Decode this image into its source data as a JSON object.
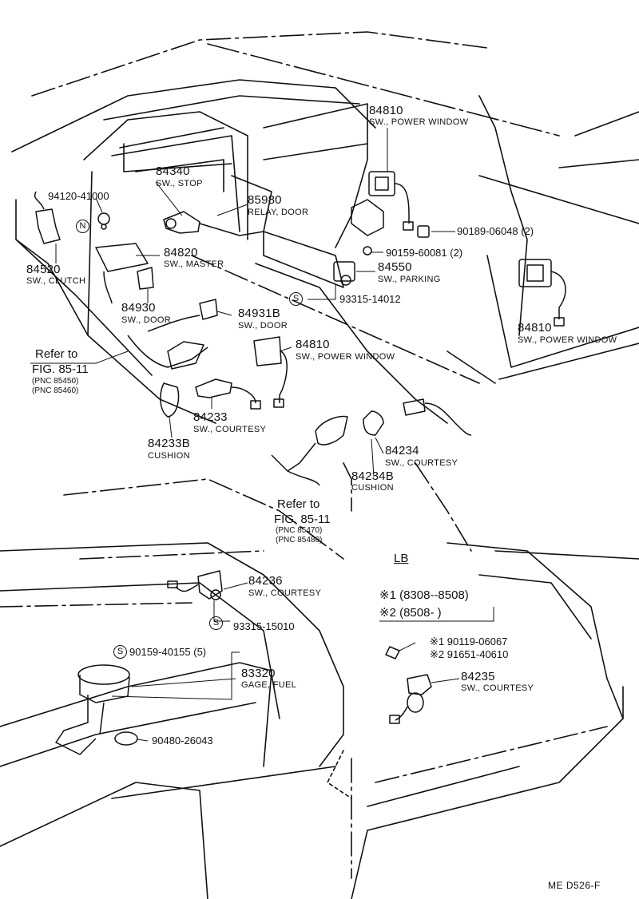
{
  "parts": {
    "p84810_top": {
      "number": "84810",
      "desc": "SW., POWER WINDOW"
    },
    "p84810_right": {
      "number": "84810",
      "desc": "SW., POWER WINDOW"
    },
    "p84810_mid": {
      "number": "84810",
      "desc": "SW., POWER WINDOW"
    },
    "p84340": {
      "number": "84340",
      "desc": "SW., STOP"
    },
    "p94120": {
      "number": "94120-41000"
    },
    "p85980": {
      "number": "85980",
      "desc": "RELAY, DOOR"
    },
    "p90189": {
      "number": "90189-06048 (2)"
    },
    "p90159a": {
      "number": "90159-60081 (2)"
    },
    "p84550": {
      "number": "84550",
      "desc": "SW., PARKING"
    },
    "p93315a": {
      "number": "93315-14012"
    },
    "p84820": {
      "number": "84820",
      "desc": "SW., MASTER"
    },
    "p84520": {
      "number": "84520",
      "desc": "SW., CLUTCH"
    },
    "p84930": {
      "number": "84930",
      "desc": "SW., DOOR"
    },
    "p84931B": {
      "number": "84931B",
      "desc": "SW., DOOR"
    },
    "p84233": {
      "number": "84233",
      "desc": "SW., COURTESY"
    },
    "p84233B": {
      "number": "84233B",
      "desc": "CUSHION"
    },
    "p84234": {
      "number": "84234",
      "desc": "SW., COURTESY"
    },
    "p84234B": {
      "number": "84234B",
      "desc": "CUSHION"
    },
    "p84236": {
      "number": "84236",
      "desc": "SW., COURTESY"
    },
    "p93315b": {
      "number": "93315-15010"
    },
    "p90159b": {
      "number": "90159-40155 (5)"
    },
    "p83320": {
      "number": "83320",
      "desc": "GAGE, FUEL"
    },
    "p90480": {
      "number": "90480-26043"
    },
    "p84235": {
      "number": "84235",
      "desc": "SW., COURTESY"
    }
  },
  "refs": {
    "ref1": {
      "line1": "Refer to",
      "line2": "FIG. 85-11",
      "pnc1": "(PNC 85450)",
      "pnc2": "(PNC 85460)"
    },
    "ref2": {
      "line1": "Refer to",
      "line2": "FIG. 85-11",
      "pnc1": "(PNC 85470)",
      "pnc2": "(PNC 85480)"
    }
  },
  "symbols": {
    "n": "N",
    "s": "S"
  },
  "lb": {
    "title": "LB",
    "note1": "※1 (8308--8508)",
    "note2": "※2 (8508-        )",
    "alt1": "※1 90119-06067",
    "alt2": "※2 91651-40610"
  },
  "footer": "ME  D526-F"
}
